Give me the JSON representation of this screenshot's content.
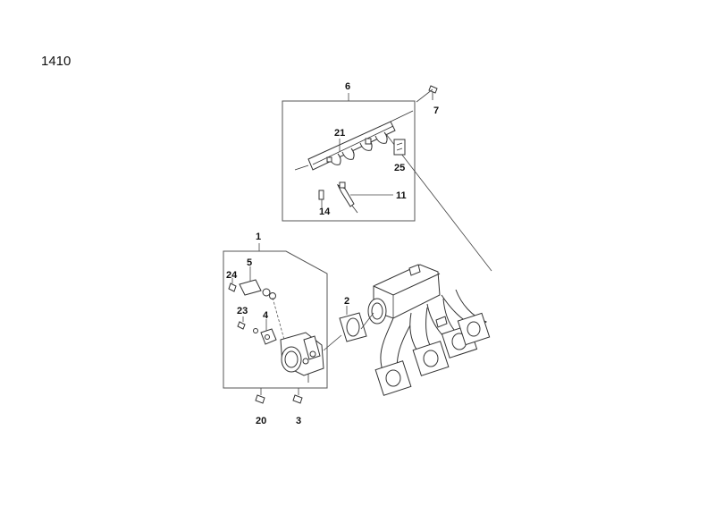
{
  "page": {
    "number": "1410"
  },
  "callouts": {
    "c1": "1",
    "c2": "2",
    "c3": "3",
    "c4": "4",
    "c5": "5",
    "c6": "6",
    "c7": "7",
    "c11": "11",
    "c14": "14",
    "c20": "20",
    "c21": "21",
    "c23": "23",
    "c24": "24",
    "c25": "25"
  }
}
